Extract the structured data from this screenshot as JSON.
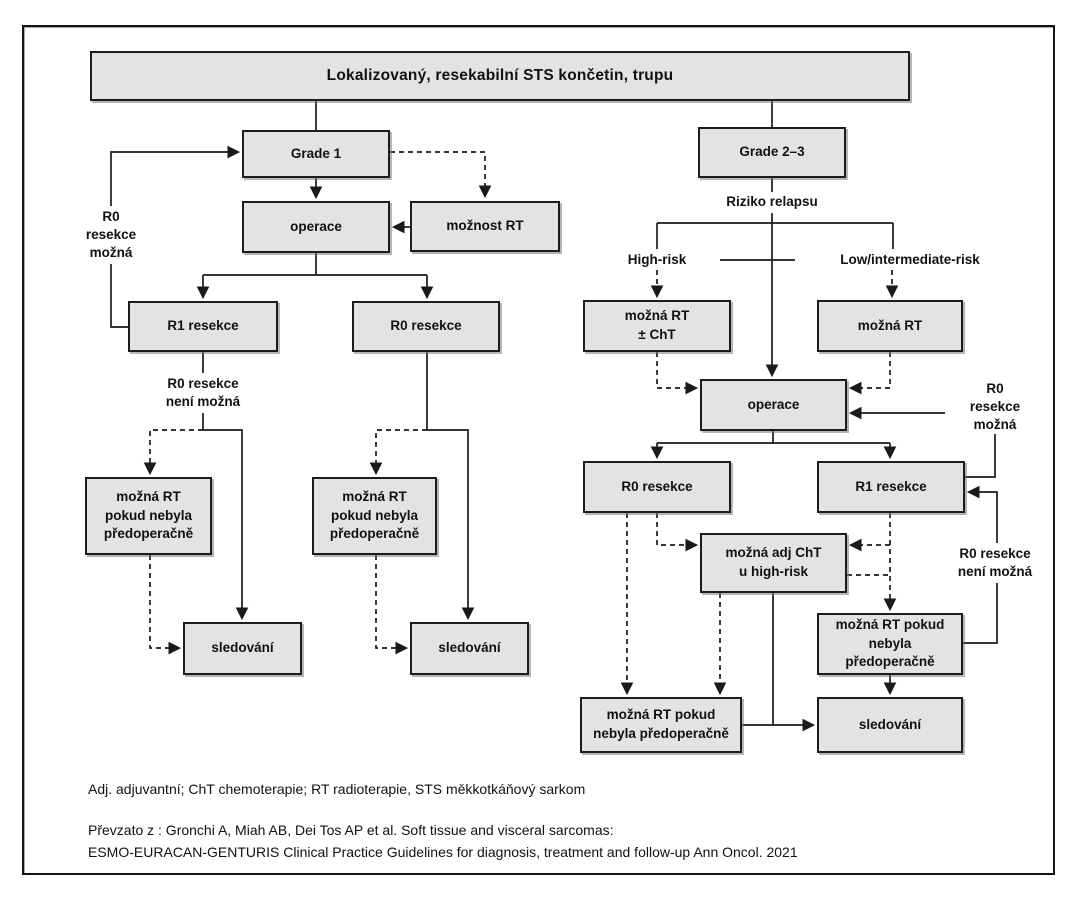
{
  "diagram": {
    "title": "Lokalizovaný, resekabilní STS končetin, trupu",
    "nodes": {
      "grade1": "Grade 1",
      "operace_left": "operace",
      "moznost_rt": "možnost RT",
      "r1_left": "R1 resekce",
      "r0_left": "R0 resekce",
      "rt_left_1": "možná RT\npokud nebyla\npředoperačně",
      "rt_left_2": "možná RT\npokud nebyla\npředoperačně",
      "sledovani_left_1": "sledování",
      "sledovani_left_2": "sledování",
      "grade23": "Grade 2–3",
      "rt_cht": "možná RT\n± ChT",
      "mozna_rt_right": "možná RT",
      "operace_right": "operace",
      "r0_right": "R0 resekce",
      "r1_right": "R1 resekce",
      "adj_cht": "možná adj ChT\nu high-risk",
      "rt_right_1": "možná RT pokud\nnebyla\npředoperačně",
      "rt_right_2": "možná RT pokud\nnebyla předoperačně",
      "sledovani_right": "sledování"
    },
    "labels": {
      "r0_mozna_left": "R0\nresekce\nmožná",
      "r0_neni_mozna_left": "R0 resekce\nnení možná",
      "riziko_relapsu": "Riziko relapsu",
      "high_risk": "High-risk",
      "low_intermediate_risk": "Low/intermediate-risk",
      "r0_mozna_right": "R0\nresekce\nmožná",
      "r0_neni_mozna_right": "R0 resekce\nnení možná"
    },
    "footer": {
      "abbreviations": "Adj. adjuvantní; ChT chemoterapie; RT radioterapie, STS měkkotkáňový sarkom",
      "source_line1": "Převzato z : Gronchi A, Miah AB, Dei Tos AP et al. Soft tissue and visceral sarcomas:",
      "source_line2": "ESMO-EURACAN-GENTURIS Clinical Practice Guidelines for diagnosis, treatment and follow-up Ann Oncol. 2021"
    },
    "colors": {
      "box_fill": "#e3e3e3",
      "line": "#1a1a1a",
      "background": "#ffffff"
    }
  }
}
